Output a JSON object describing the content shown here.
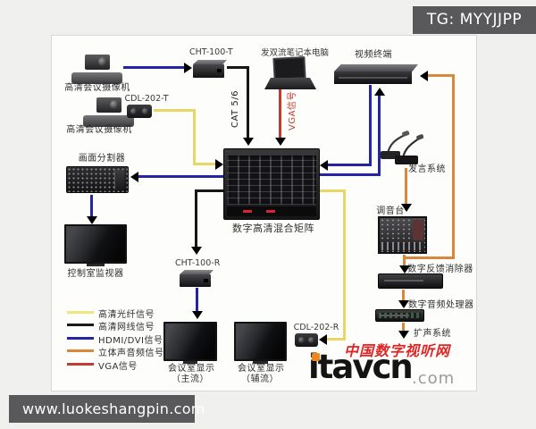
{
  "overlay": {
    "tg_badge": "TG: MYYJJPP",
    "url_bar": "www.luokeshangpin.com"
  },
  "watermark": {
    "cn_text": "中国数字视听网",
    "brand": "itavcn",
    "tld": ".com"
  },
  "devices": {
    "camera1": {
      "label": "高清会议摄像机"
    },
    "camera2": {
      "label": "高清会议摄像机"
    },
    "cht100t": {
      "label": "CHT-100-T"
    },
    "cdl202t": {
      "label": "CDL-202-T"
    },
    "splitter": {
      "label": "画面分割器"
    },
    "control_monitor": {
      "label": "控制室监视器"
    },
    "laptop": {
      "label": "发双流笔记本电脑"
    },
    "terminal": {
      "label": "视频终端"
    },
    "matrix": {
      "label": "数字高清混合矩阵"
    },
    "mic_system": {
      "label": "发言系统"
    },
    "mixer": {
      "label": "调音台"
    },
    "feedback": {
      "label": "数字反馈消除器"
    },
    "audio_processor": {
      "label": "数字音频处理器"
    },
    "pa_system": {
      "label": "扩声系统"
    },
    "cht100r": {
      "label": "CHT-100-R"
    },
    "cdl202r": {
      "label": "CDL-202-R"
    },
    "display_main": {
      "label": "会议室显示",
      "sub": "（主流）"
    },
    "display_aux": {
      "label": "会议室显示",
      "sub": "（辅流）"
    }
  },
  "cable_labels": {
    "cat56": "CAT 5/6",
    "vga": "VGA信号"
  },
  "legend": [
    {
      "label": "高清光纤信号",
      "color": "#efe87d"
    },
    {
      "label": "高清网线信号",
      "color": "#1a1a1a"
    },
    {
      "label": "HDMI/DVI信号",
      "color": "#2424a4"
    },
    {
      "label": "立体声音频信号",
      "color": "#d9873a"
    },
    {
      "label": "VGA信号",
      "color": "#c23a30"
    }
  ],
  "colors": {
    "badge_bg": "#59595b",
    "panel_bg": "#fdfdfc",
    "page_bg": "#f0f0ee",
    "watermark_red": "#e02522",
    "watermark_orange": "#f08519"
  }
}
